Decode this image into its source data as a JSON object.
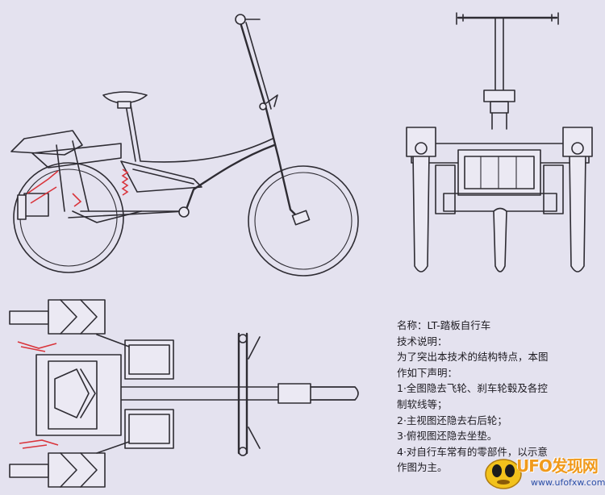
{
  "notes": {
    "title": "名称：LT-踏板自行车",
    "subtitle": "技术说明：",
    "lines": [
      "为了突出本技术的结构特点，本图",
      "作如下声明：",
      "1·全图隐去飞轮、刹车轮毂及各控",
      "制软线等；",
      "2·主视图还隐去右后轮；",
      "3·俯视图还隐去坐垫。",
      "4·对自行车常有的零部件，以示意",
      "作图为主。"
    ]
  },
  "watermark": {
    "brand": "UFO发现网",
    "url": "www.ufofxw.com"
  },
  "colors": {
    "background": "#e4e2ef",
    "line": "#2e2c33",
    "spring": "#d9343b",
    "watermark_orange": "#f09a1c",
    "watermark_blue": "#2c4fa8"
  }
}
